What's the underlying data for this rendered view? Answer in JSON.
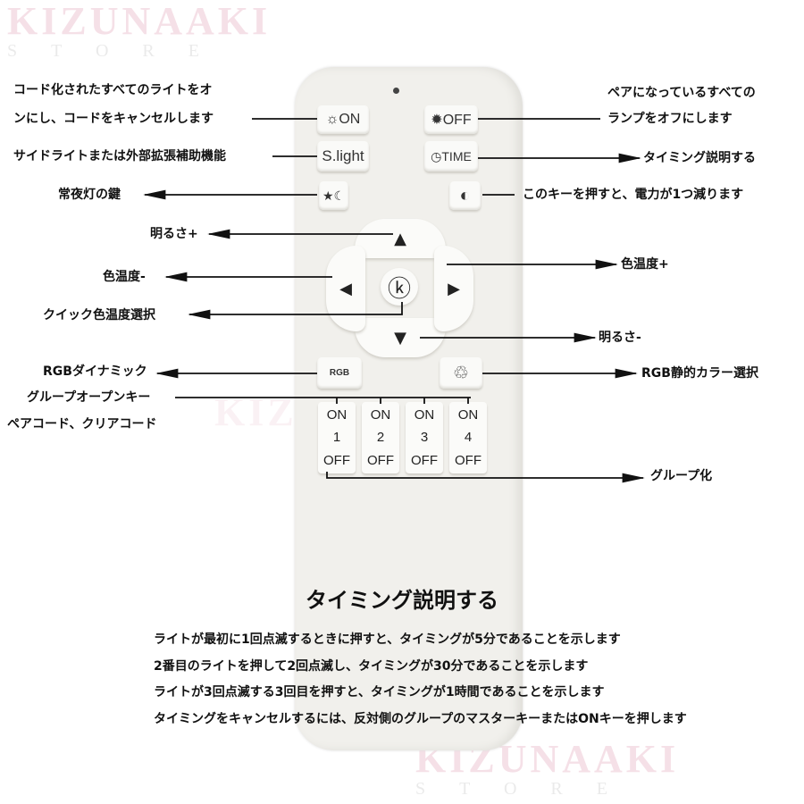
{
  "watermark": {
    "brand": "KIZUNAAKI",
    "sub": "STORE"
  },
  "remote": {
    "buttons": {
      "on": "☼ON",
      "off": "✹OFF",
      "slight": "S.light",
      "time": "◷TIME",
      "night": "★☾",
      "dim": "◐",
      "up": "▲",
      "down": "▼",
      "left": "◀",
      "right": "▶",
      "center": "ⓚ",
      "rgb_dynamic": "RGB",
      "rgb_static": "♲"
    },
    "groups": [
      {
        "on": "ON",
        "num": "1",
        "off": "OFF"
      },
      {
        "on": "ON",
        "num": "2",
        "off": "OFF"
      },
      {
        "on": "ON",
        "num": "3",
        "off": "OFF"
      },
      {
        "on": "ON",
        "num": "4",
        "off": "OFF"
      }
    ]
  },
  "labels": {
    "on_line1": "コード化されたすべてのライトをオ",
    "on_line2": "ンにし、コードをキャンセルします",
    "slight": "サイドライトまたは外部拡張補助機能",
    "night": "常夜灯の鍵",
    "bright_up": "明るさ+",
    "ct_down": "色温度-",
    "quick_ct": "クイック色温度選択",
    "rgb_dynamic": "RGBダイナミック",
    "group_open": "グループオープンキー",
    "pair_code": "ペアコード、クリアコード",
    "off_line1": "ペアになっているすべての",
    "off_line2": "ランプをオフにします",
    "time": "タイミング説明する",
    "dim": "このキーを押すと、電力が1つ減ります",
    "ct_up": "色温度+",
    "bright_down": "明るさ-",
    "rgb_static": "RGB静的カラー選択",
    "grouping": "グループ化"
  },
  "timing": {
    "title": "タイミング説明する",
    "lines": [
      "ライトが最初に1回点滅するときに押すと、タイミングが5分であることを示します",
      "2番目のライトを押して2回点滅し、タイミングが30分であることを示します",
      "ライトが3回点滅する3回目を押すと、タイミングが1時間であることを示します",
      "タイミングをキャンセルするには、反対側のグループのマスターキーまたはONキーを押します"
    ]
  }
}
